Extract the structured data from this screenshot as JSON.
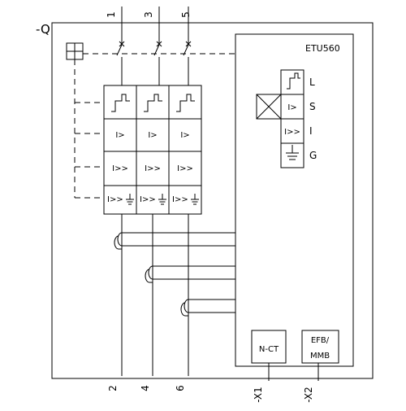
{
  "device_label": "-Q",
  "trip_unit_label": "ETU560",
  "top_terminals": [
    "1",
    "3",
    "5"
  ],
  "bottom_terminals": [
    "2",
    "4",
    "6"
  ],
  "protection_rows": {
    "inst": "I>",
    "short": "I>>",
    "ground": "I>>"
  },
  "etu_functions": [
    {
      "code": "L",
      "symbol": "thermal"
    },
    {
      "code": "S",
      "symbol": "I>"
    },
    {
      "code": "I",
      "symbol": "I>>"
    },
    {
      "code": "G",
      "symbol": "ground"
    }
  ],
  "modules": {
    "nct": "N-CT",
    "efb_line1": "EFB/",
    "efb_line2": "MMB"
  },
  "aux_terminals": [
    "-X1",
    "-X2"
  ]
}
